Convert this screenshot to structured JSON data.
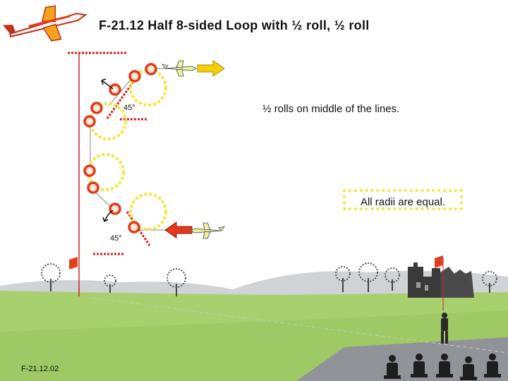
{
  "title": "F-21.12 Half 8-sided Loop with ½ roll, ½ roll",
  "notes": {
    "rolls": "½ rolls on middle of the lines.",
    "radii": "All radii are equal."
  },
  "angles": {
    "top": "45°",
    "bottom": "45°"
  },
  "figure_code": "F-21.12.02",
  "colors": {
    "sky": "#ffffff",
    "grass": "#a9d06f",
    "ground": "#7aa83a",
    "hills": "#cfd3d6",
    "flight_path": "#999999",
    "radius_marker": "#f2e63a",
    "roll_marker": "#e23a1a",
    "guide_line": "#d62020",
    "entry_arrow": "#f5d000",
    "exit_arrow": "#e23a1a"
  },
  "icons": [
    "aircraft-icon",
    "flag-icon",
    "tree-icon",
    "castle-icon",
    "pilot-icon",
    "judge-icon"
  ]
}
